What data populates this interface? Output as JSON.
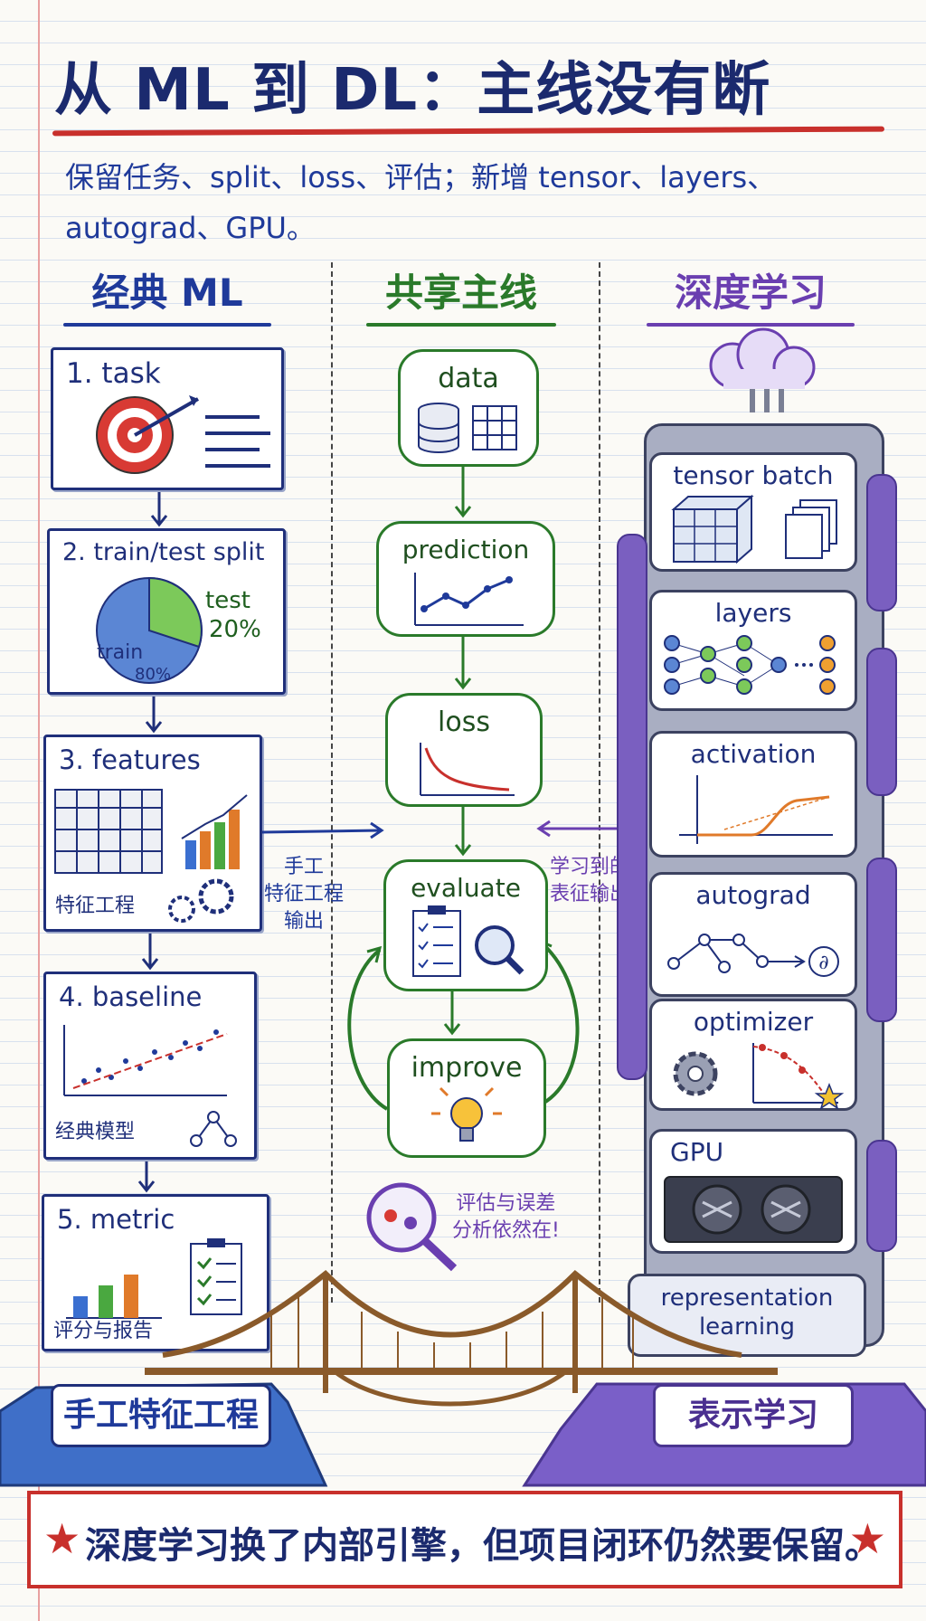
{
  "title": "从 ML 到 DL：主线没有断",
  "subtitle": "保留任务、split、loss、评估；新增 tensor、layers、autograd、GPU。",
  "columns": {
    "classic": "经典 ML",
    "shared": "共享主线",
    "deep": "深度学习"
  },
  "classic_steps": [
    {
      "label": "1. task"
    },
    {
      "label": "2. train/test split",
      "test_label": "test",
      "test_pct": "20%",
      "train_label": "train",
      "train_pct": "80%"
    },
    {
      "label": "3. features",
      "note": "特征工程"
    },
    {
      "label": "4. baseline",
      "note": "经典模型"
    },
    {
      "label": "5. metric",
      "note": "评分与报告"
    }
  ],
  "shared_steps": [
    "data",
    "prediction",
    "loss",
    "evaluate",
    "improve"
  ],
  "deep_steps": [
    "tensor batch",
    "layers",
    "activation",
    "autograd",
    "optimizer",
    "GPU"
  ],
  "deep_base": "representation learning",
  "notes": {
    "handcrafted": "手工\n特征工程\n输出",
    "learned": "学习到的\n表征输出",
    "error_analysis": "评估与误差\n分析依然在!"
  },
  "cliff_labels": {
    "left": "手工特征工程",
    "right": "表示学习"
  },
  "banner": "深度学习换了内部引擎，但项目闭环仍然要保留。",
  "colors": {
    "classic": "#1f3a9a",
    "shared": "#2a7a2a",
    "deep": "#6a3fb0",
    "accent": "#c8302c"
  }
}
